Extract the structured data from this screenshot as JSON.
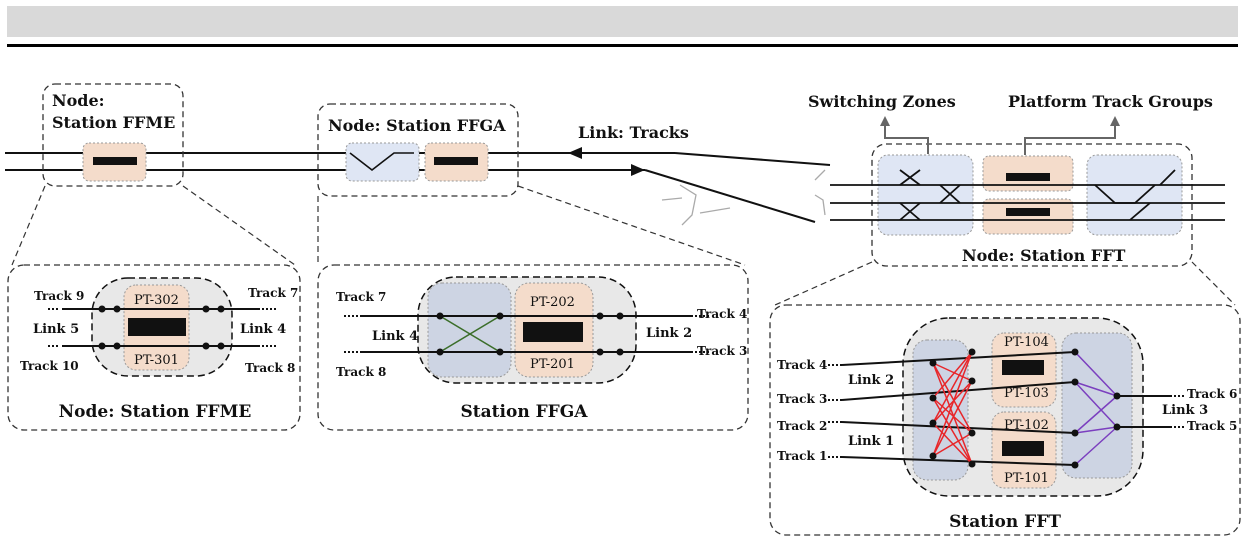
{
  "zoom_top": {
    "ffme": {
      "line1": "Node:",
      "line2": "Station FFME"
    },
    "ffga": {
      "label": "Node: Station FFGA"
    },
    "link_label": "Link: Tracks",
    "switching_zones": "Switching Zones",
    "platform_track_groups": "Platform Track Groups",
    "fft": {
      "label": "Node: Station FFT"
    }
  },
  "ffme_detail": {
    "title": "Node: Station FFME",
    "pt_top": "PT-302",
    "pt_bottom": "PT-301",
    "tracks": {
      "top_left": "Track 9",
      "top_right": "Track 7",
      "bottom_left": "Track 10",
      "bottom_right": "Track 8"
    },
    "links": {
      "left": "Link 5",
      "right": "Link 4"
    }
  },
  "ffga_detail": {
    "title": "Station FFGA",
    "pt_top": "PT-202",
    "pt_bottom": "PT-201",
    "tracks": {
      "top_left": "Track 7",
      "bottom_left": "Track 8",
      "top_right": "Track 4",
      "bottom_right": "Track 3"
    },
    "links": {
      "left": "Link 4",
      "right": "Link 2"
    }
  },
  "fft_detail": {
    "title": "Station FFT",
    "platforms": [
      "PT-104",
      "PT-103",
      "PT-102",
      "PT-101"
    ],
    "tracks_left": [
      "Track 4",
      "Track 3",
      "Track 2",
      "Track 1"
    ],
    "tracks_right": [
      "Track 6",
      "Track 5"
    ],
    "links": {
      "left_top": "Link 2",
      "left_bottom": "Link 1",
      "right": "Link 3"
    }
  },
  "colors": {
    "platform_fill": "#f4dccb",
    "switch_fill": "#dfe6f4",
    "station_fill": "#e8e8e8",
    "switch_dark_fill": "#cdd4e3",
    "red_connections": "#e8262a",
    "purple_connections": "#7b3fbf",
    "green_connections": "#3b6e2a"
  }
}
